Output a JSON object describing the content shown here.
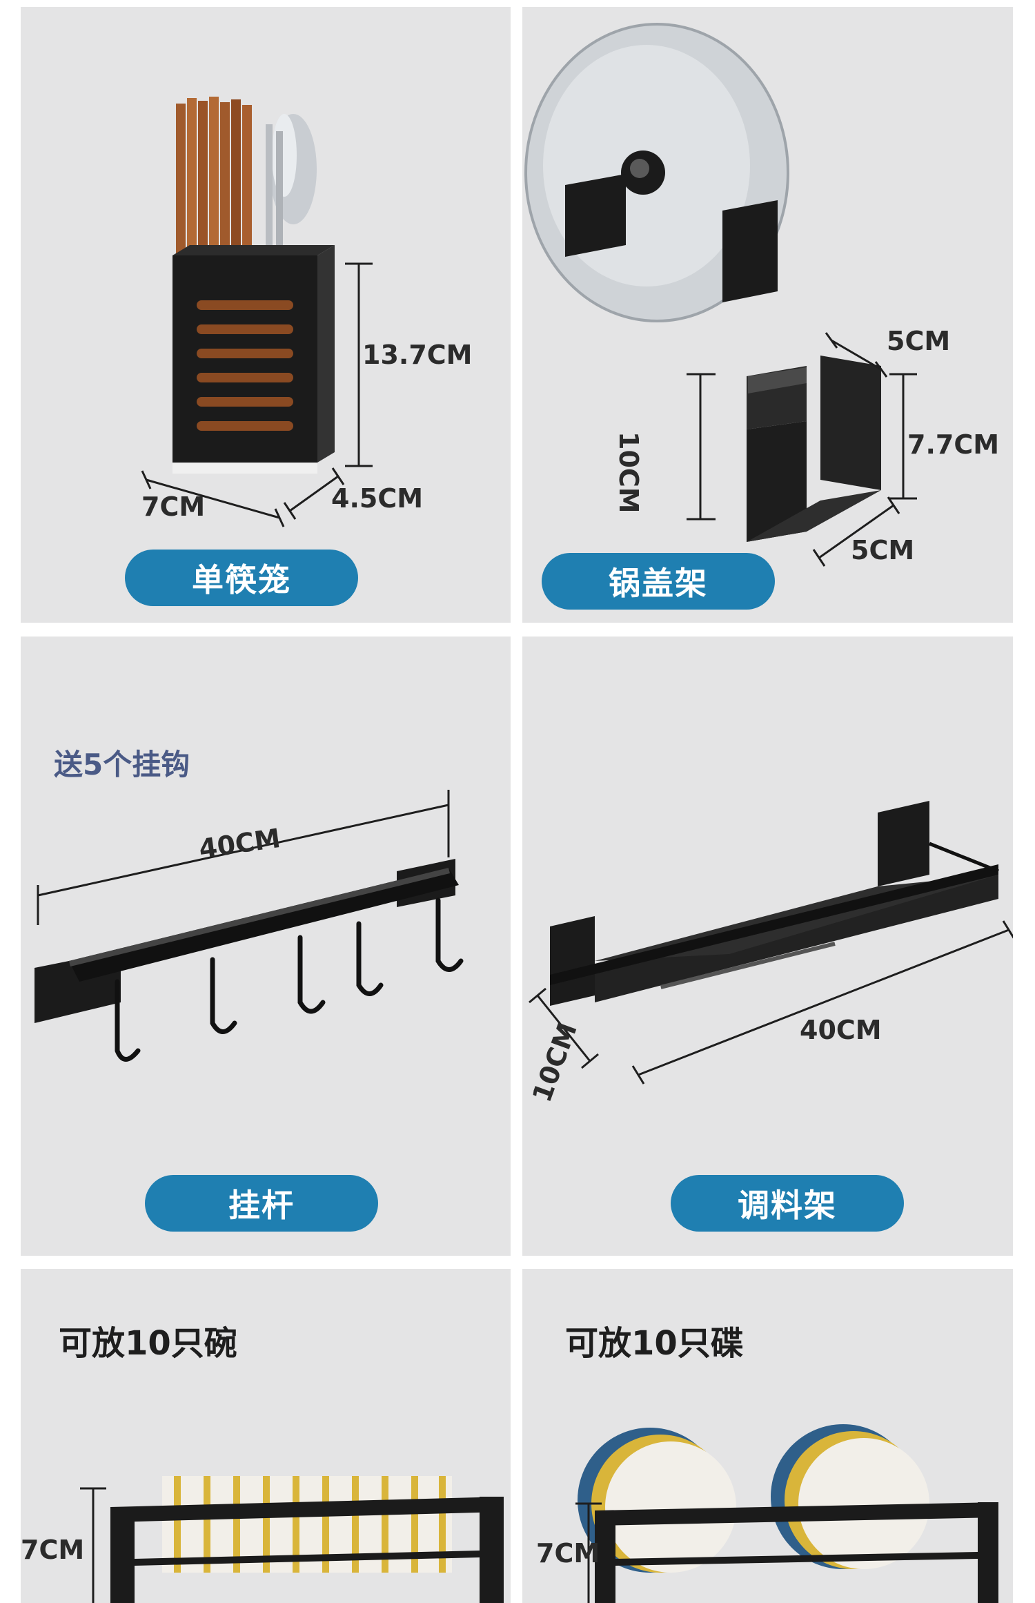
{
  "products": [
    {
      "name": "单筷笼",
      "dimensions": {
        "height": "13.7CM",
        "width": "7CM",
        "depth": "4.5CM"
      }
    },
    {
      "name": "锅盖架",
      "dimensions": {
        "top_width": "5CM",
        "height_left": "10CM",
        "height_right": "7.7CM",
        "bottom_width": "5CM"
      }
    },
    {
      "name": "挂杆",
      "note": "送5个挂钩",
      "dimensions": {
        "length": "40CM"
      }
    },
    {
      "name": "调料架",
      "dimensions": {
        "length": "40CM",
        "depth": "10CM"
      }
    },
    {
      "note": "可放10只碗",
      "dimensions": {
        "height": "7CM"
      }
    },
    {
      "note": "可放10只碟",
      "dimensions": {
        "height": "7CM"
      }
    }
  ],
  "colors": {
    "panel_bg": "#e4e4e5",
    "pill_bg": "#1f7fb1",
    "pill_text": "#ffffff",
    "note_hook": "#4a5a86",
    "note_dark": "#1e1e1e"
  }
}
